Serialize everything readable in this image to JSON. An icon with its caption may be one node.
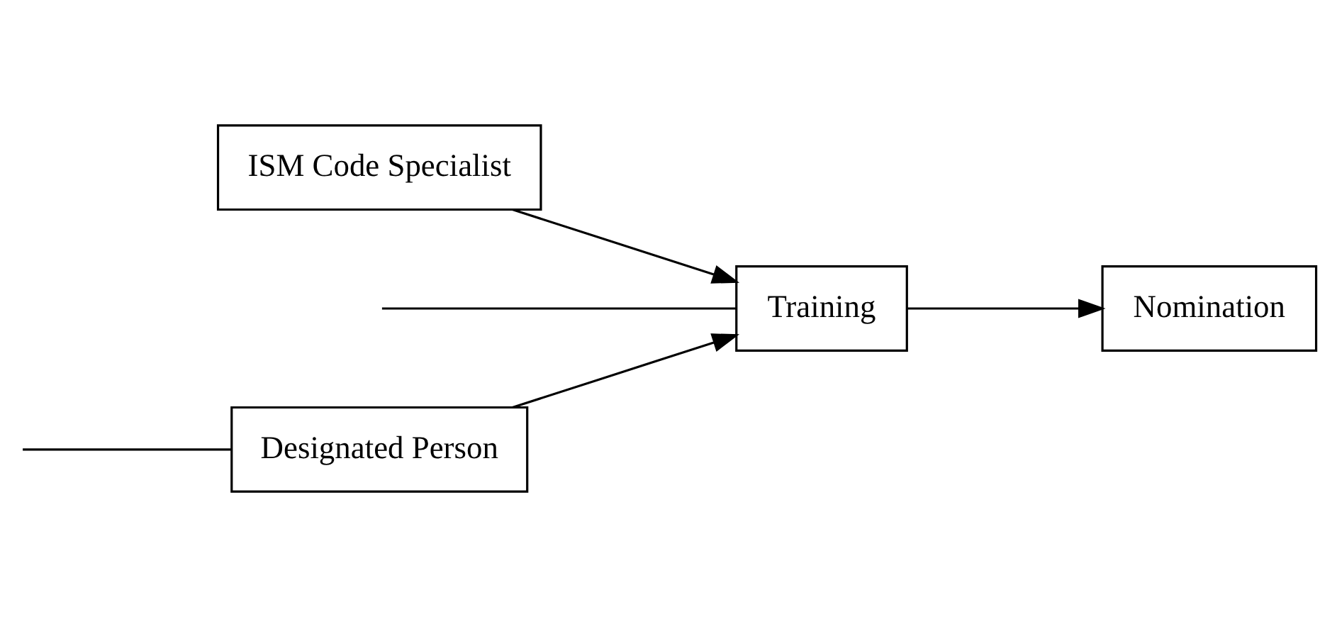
{
  "diagram": {
    "nodes": [
      {
        "text": [
          "Designated Person"
        ]
      },
      {
        "text": [
          "Nomination"
        ]
      },
      {
        "text": [
          "ISM Code Specialist"
        ]
      },
      {
        "text": [
          "Training"
        ]
      }
    ],
    "edges": [
      {
        "from": null,
        "to": 0,
        "arrow": "none"
      },
      {
        "from": null,
        "to": 3,
        "arrow": "none"
      },
      {
        "from": 0,
        "to": 3,
        "arrow": "to"
      },
      {
        "from": 2,
        "to": 3,
        "arrow": "to"
      },
      {
        "from": 3,
        "to": 1,
        "arrow": "to"
      }
    ]
  }
}
